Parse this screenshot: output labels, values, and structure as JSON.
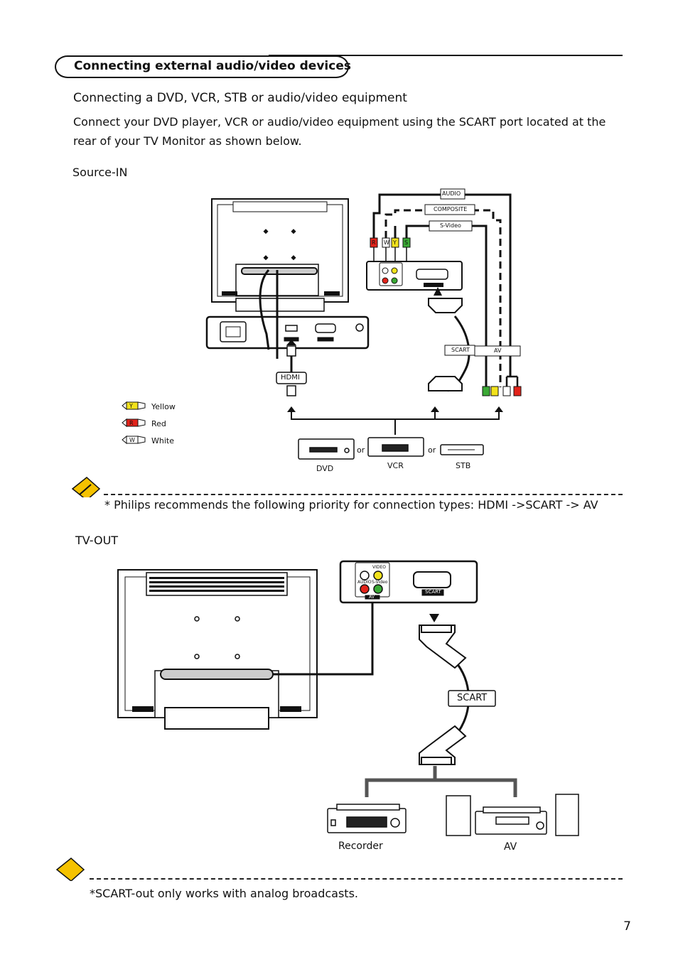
{
  "header": {
    "title": "Connecting external audio/video devices"
  },
  "intro": {
    "subtitle": "Connecting a DVD, VCR, STB or audio/video equipment",
    "body": "Connect your DVD player, VCR or audio/video equipment using the SCART port located at the rear of your TV Monitor as shown below."
  },
  "source_in": {
    "label": "Source-IN",
    "cable_labels": {
      "audio": "AUDIO",
      "composite": "COMPOSITE",
      "svideo": "S-Video",
      "scart": "SCART",
      "av": "AV",
      "hdmi": "HDMI"
    },
    "plug_letters": {
      "r": "R",
      "w": "W",
      "y": "Y",
      "s": "S"
    },
    "legend": [
      {
        "letter": "Y",
        "name": "Yellow",
        "color": "#f2e21c"
      },
      {
        "letter": "R",
        "name": "Red",
        "color": "#e2231a"
      },
      {
        "letter": "W",
        "name": "White",
        "color": "#ffffff"
      }
    ],
    "devices": {
      "dvd": "DVD",
      "vcr": "VCR",
      "stb": "STB",
      "or1": "or",
      "or2": "or"
    }
  },
  "note1": "* Philips recommends the following priority for connection types: HDMI ->SCART ->  AV",
  "tv_out": {
    "label": "TV-OUT",
    "scart_label": "SCART",
    "panel": {
      "video": "VIDEO",
      "audio": "AUDIO",
      "svideo": "S-Video",
      "av": "AV",
      "scart": "SCART"
    },
    "devices": {
      "recorder": "Recorder",
      "av": "AV"
    }
  },
  "note2": "*SCART-out only works with analog broadcasts.",
  "page_number": "7",
  "colors": {
    "red": "#e2231a",
    "yellow": "#f2e21c",
    "green": "#3aa935",
    "note_icon": "#f5c200"
  }
}
